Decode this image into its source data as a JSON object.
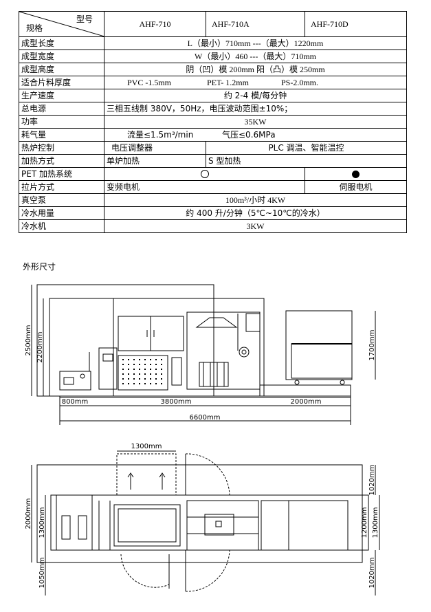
{
  "table": {
    "header": {
      "diag_top": "型号",
      "diag_bottom": "规格",
      "models": [
        "AHF-710",
        "AHF-710A",
        "AHF-710D"
      ]
    },
    "rows": {
      "length": {
        "label": "成型长度",
        "value": "L（最小）710mm ---（最大）1220mm"
      },
      "width": {
        "label": "成型宽度",
        "value": "W（最小）460 ---（最大）710mm"
      },
      "height": {
        "label": "成型高度",
        "value": "阴（凹）模 200mm 阳（凸）模 250mm"
      },
      "thickness": {
        "label": "适合片料厚度",
        "pvc": "PVC -1.5mm",
        "pet": "PET- 1.2mm",
        "ps": "PS-2.0mm."
      },
      "speed": {
        "label": "生产速度",
        "value": "约 2-4 模/每分钟"
      },
      "power_supply": {
        "label": "总电源",
        "value": "三相五线制 380V，50Hz，电压波动范围±10%；"
      },
      "power": {
        "label": "功率",
        "value": "35KW"
      },
      "air": {
        "label": "耗气量",
        "flow": "流量≤1.5m³/min",
        "pressure": "气压≤0.6MPa"
      },
      "furnace": {
        "label": "热炉控制",
        "v1": "电压调整器",
        "v2": "PLC 调温、智能温控"
      },
      "heating": {
        "label": "加热方式",
        "v1": "单炉加热",
        "v2": "S 型加热"
      },
      "pet_heating": {
        "label": "PET 加热系统"
      },
      "pull": {
        "label": "拉片方式",
        "v1": "变频电机",
        "v2": "伺服电机"
      },
      "vacuum": {
        "label": "真空泵",
        "value": "100m³/小时    4KW"
      },
      "cooling_water": {
        "label": "冷水用量",
        "value": "约 400 升/分钟（5℃~10℃的冷水）"
      },
      "chiller": {
        "label": "冷水机",
        "value": "3KW"
      }
    }
  },
  "outline_title": "外形尺寸",
  "dims": {
    "h2500": "2500mm",
    "h2200": "2200mm",
    "w800": "800mm",
    "w3800": "3800mm",
    "w2000": "2000mm",
    "w6600": "6600mm",
    "h1700": "1700mm",
    "w1300": "1300mm",
    "p1020a": "1020mm",
    "p2000": "2000mm",
    "p1300l": "1300mm",
    "p1200": "1200mm",
    "p1300r": "1300mm",
    "p1050": "1050mm",
    "p1020b": "1020mm"
  }
}
